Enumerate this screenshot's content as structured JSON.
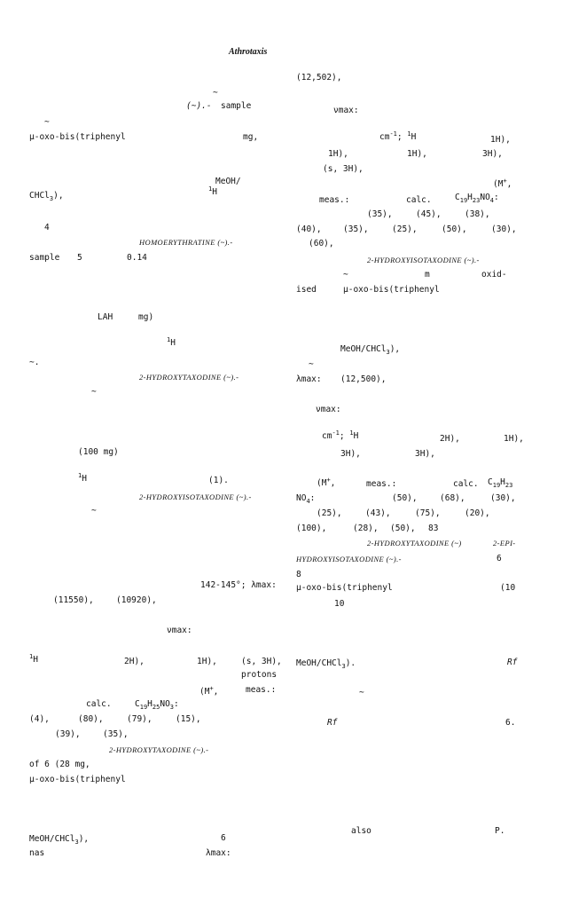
{
  "header": {
    "genus": "Athrotaxis"
  },
  "left": {
    "l01": "~",
    "l02a": "(~).-",
    "l02b": "sample",
    "l03": "~",
    "l04a": "µ-oxo-bis(triphenyl",
    "l04b": "mg,",
    "l05": "MeOH/",
    "l06a": "CHCl",
    "l06b": "3",
    "l06c": "),",
    "l06d": "1",
    "l06e": "H",
    "l07": "4",
    "l08": "HOMOERYTHRATINE (~).-",
    "l09a": "sample",
    "l09b": "5",
    "l09c": "0.14",
    "l10a": "LAH",
    "l10b": "mg)",
    "l11a": "1",
    "l11b": "H",
    "l12": "~.",
    "l13": "2-HYDROXYTAXODINE (~).-",
    "l14": "~",
    "l15": "(100 mg)",
    "l16a": "1",
    "l16b": "H",
    "l16c": "(1).",
    "l17": "2-HYDROXYISOTAXODINE (~).-",
    "l18": "~",
    "l19": "142-145°; λmax:",
    "l20a": "(11550),",
    "l20b": "(10920),",
    "l21": "νmax:",
    "l22a": "1",
    "l22b": "H",
    "l22c": "2H),",
    "l22d": "1H),",
    "l22e": "(s, 3H),",
    "l23": "protons",
    "l24a": "(M",
    "l24b": "+",
    "l24c": ",",
    "l24d": "meas.:",
    "l25a": "calc.",
    "l25b": "C",
    "l25c": "19",
    "l25d": "H",
    "l25e": "25",
    "l25f": "NO",
    "l25g": "3",
    "l25h": ":",
    "l26a": "(4),",
    "l26b": "(80),",
    "l26c": "(79),",
    "l26d": "(15),",
    "l27a": "(39),",
    "l27b": "(35),",
    "l28": "2-HYDROXYTAXODINE (~).-",
    "l29": "of 6 (28 mg,",
    "l30": "µ-oxo-bis(triphenyl",
    "l31a": "MeOH/CHCl",
    "l31b": "3",
    "l31c": "),",
    "l31d": "6",
    "l32a": "nas",
    "l32b": "λmax:"
  },
  "right": {
    "r01": "(12,502),",
    "r02": "νmax:",
    "r03a": "cm",
    "r03b": "-1",
    "r03c": "; ",
    "r03d": "1",
    "r03e": "H",
    "r03f": "1H),",
    "r04a": "1H),",
    "r04b": "1H),",
    "r04c": "3H),",
    "r05": "(s, 3H),",
    "r06a": "(M",
    "r06b": "+",
    "r06c": ",",
    "r07a": "meas.:",
    "r07b": "calc.",
    "r07c": "C",
    "r07d": "19",
    "r07e": "H",
    "r07f": "23",
    "r07g": "NO",
    "r07h": "4",
    "r07i": ":",
    "r08a": "(35),",
    "r08b": "(45),",
    "r08c": "(38),",
    "r09a": "(40),",
    "r09b": "(35),",
    "r09c": "(25),",
    "r09d": "(50),",
    "r09e": "(30),",
    "r10": "(60),",
    "r11": "2-HYDROXYISOTAXODINE (~).-",
    "r12a": "~",
    "r12b": "m",
    "r12c": "oxid-",
    "r13a": "ised",
    "r13b": "µ-oxo-bis(triphenyl",
    "r14a": "MeOH/CHCl",
    "r14b": "3",
    "r14c": "),",
    "r15": "~",
    "r16a": "λmax:",
    "r16b": "(12,500),",
    "r17": "νmax:",
    "r18a": "cm",
    "r18b": "-1",
    "r18c": "; ",
    "r18d": "1",
    "r18e": "H",
    "r18f": "2H),",
    "r18g": "1H),",
    "r19a": "3H),",
    "r19b": "3H),",
    "r20a": "(M",
    "r20b": "+",
    "r20c": ",",
    "r20d": "meas.:",
    "r20e": "calc.",
    "r20f": "C",
    "r20g": "19",
    "r20h": "H",
    "r20i": "23",
    "r21a": "NO",
    "r21b": "4",
    "r21c": ":",
    "r21d": "(50),",
    "r21e": "(68),",
    "r21f": "(30),",
    "r22a": "(25),",
    "r22b": "(43),",
    "r22c": "(75),",
    "r22d": "(20),",
    "r23a": "(100),",
    "r23b": "(28),",
    "r23c": "(50),",
    "r23d": "83",
    "r24a": "2-HYDROXYTAXODINE (~)",
    "r24b": "2-EPI-",
    "r25a": "HYDROXYISOTAXODINE (~).-",
    "r25b": "6",
    "r26": "8",
    "r27a": "µ-oxo-bis(triphenyl",
    "r27b": "(10",
    "r28": "10",
    "r29a": "MeOH/CHCl",
    "r29b": "3",
    "r29c": ").",
    "r29d": "Rf",
    "r30": "~",
    "r31a": "Rf",
    "r31b": "6.",
    "r32a": "also",
    "r32b": "P."
  }
}
